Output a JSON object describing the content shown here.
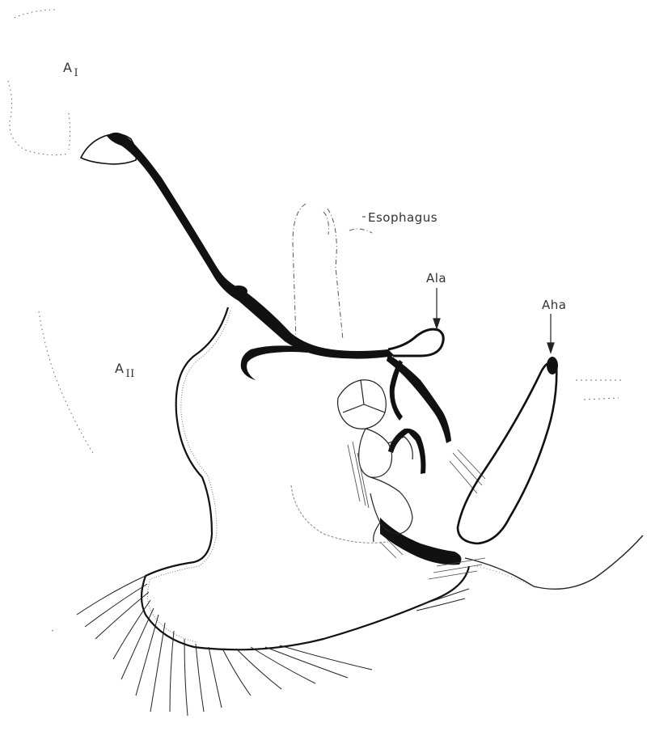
{
  "labels": {
    "a1": {
      "main": "A",
      "sub": "I"
    },
    "a2": {
      "main": "A",
      "sub": "II"
    },
    "esophagus": "Esophagus",
    "ala": "Ala",
    "aha": "Aha"
  },
  "colors": {
    "ink": "#111111",
    "stipple": "#555555",
    "background": "#ffffff"
  }
}
